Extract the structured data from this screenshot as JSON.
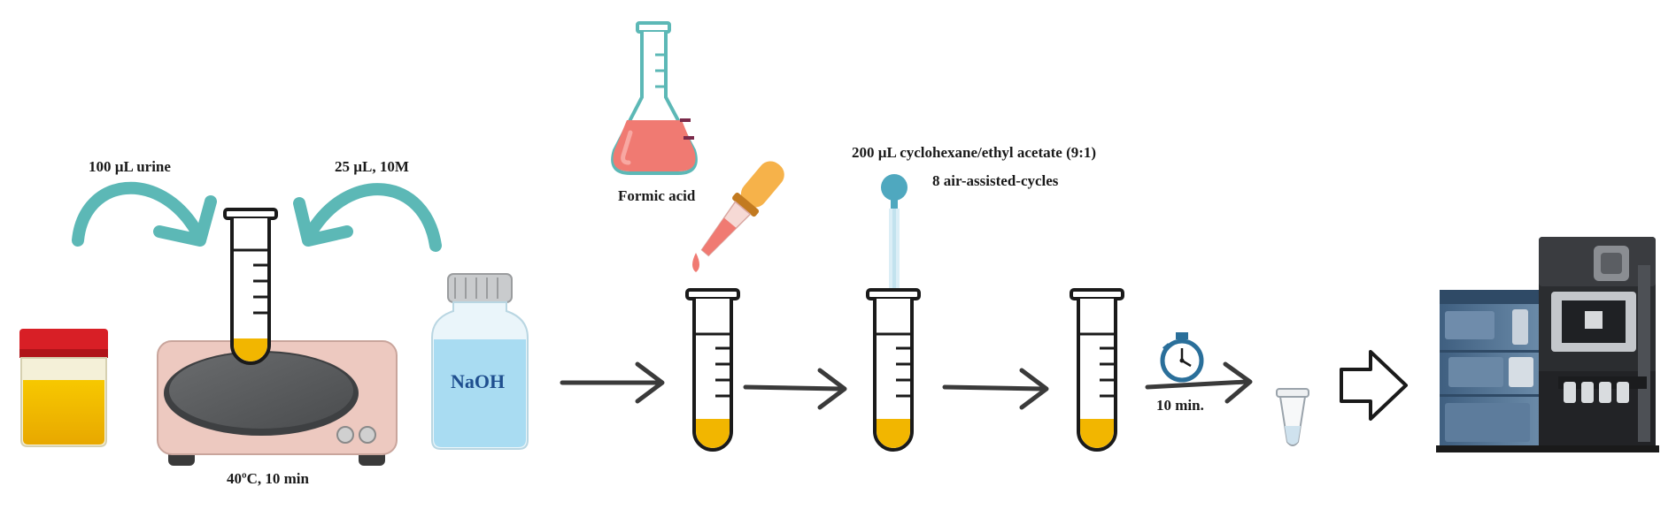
{
  "labels": {
    "urine": "100 µL urine",
    "naoh_volume": "25 µL, 10M",
    "naoh": "NaOH",
    "heating": "40ºC, 10 min",
    "formic_acid": "Formic acid",
    "solvent": "200 µL cyclohexane/ethyl acetate (9:1)",
    "cycles": "8 air-assisted-cycles",
    "time": "10 min."
  },
  "colors": {
    "urine": "#f2b600",
    "naoh_liquid": "#a9dcf2",
    "formic_acid": "#f07a72",
    "teal_arrow": "#5cb8b6",
    "hotplate": "#edc9c0",
    "plate": "#606264",
    "instrument_blue": "#4f6f90",
    "cap_red": "#d81f26"
  },
  "icons": [
    "urine-cup-icon",
    "hot-plate-icon",
    "naoh-bottle-icon",
    "flask-icon",
    "dropper-icon",
    "pipette-icon",
    "stopwatch-icon",
    "vial-icon",
    "lc-ms-instrument-icon"
  ]
}
